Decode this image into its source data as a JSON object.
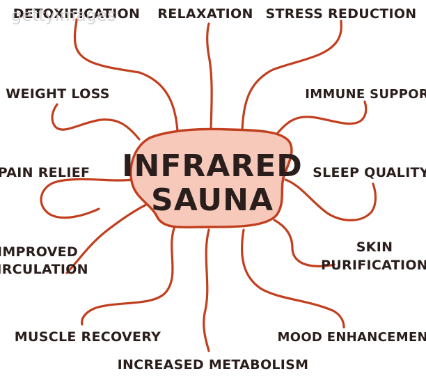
{
  "colors": {
    "line": "#c13f1e",
    "hub_fill": "#f6c9bb",
    "text": "#2a1e1c",
    "watermark": "#cfcfcf"
  },
  "hub": {
    "line1": "INFRARED",
    "line2": "SAUNA"
  },
  "branches": {
    "detoxification": "DETOXIFICATION",
    "relaxation": "RELAXATION",
    "stress_reduction": "STRESS REDUCTION",
    "weight_loss": "WEIGHT LOSS",
    "immune_support": "IMMUNE SUPPORT",
    "pain_relief": "PAIN RELIEF",
    "sleep_quality": "SLEEP QUALITY",
    "improved_circulation_1": "IMPROVED",
    "improved_circulation_2": "CIRCULATION",
    "skin_purification_1": "SKIN",
    "skin_purification_2": "PURIFICATION",
    "muscle_recovery": "MUSCLE RECOVERY",
    "mood_enhancement": "MOOD ENHANCEMENT",
    "increased_metabolism": "INCREASED METABOLISM"
  },
  "watermark": {
    "text": "gettyimages"
  }
}
